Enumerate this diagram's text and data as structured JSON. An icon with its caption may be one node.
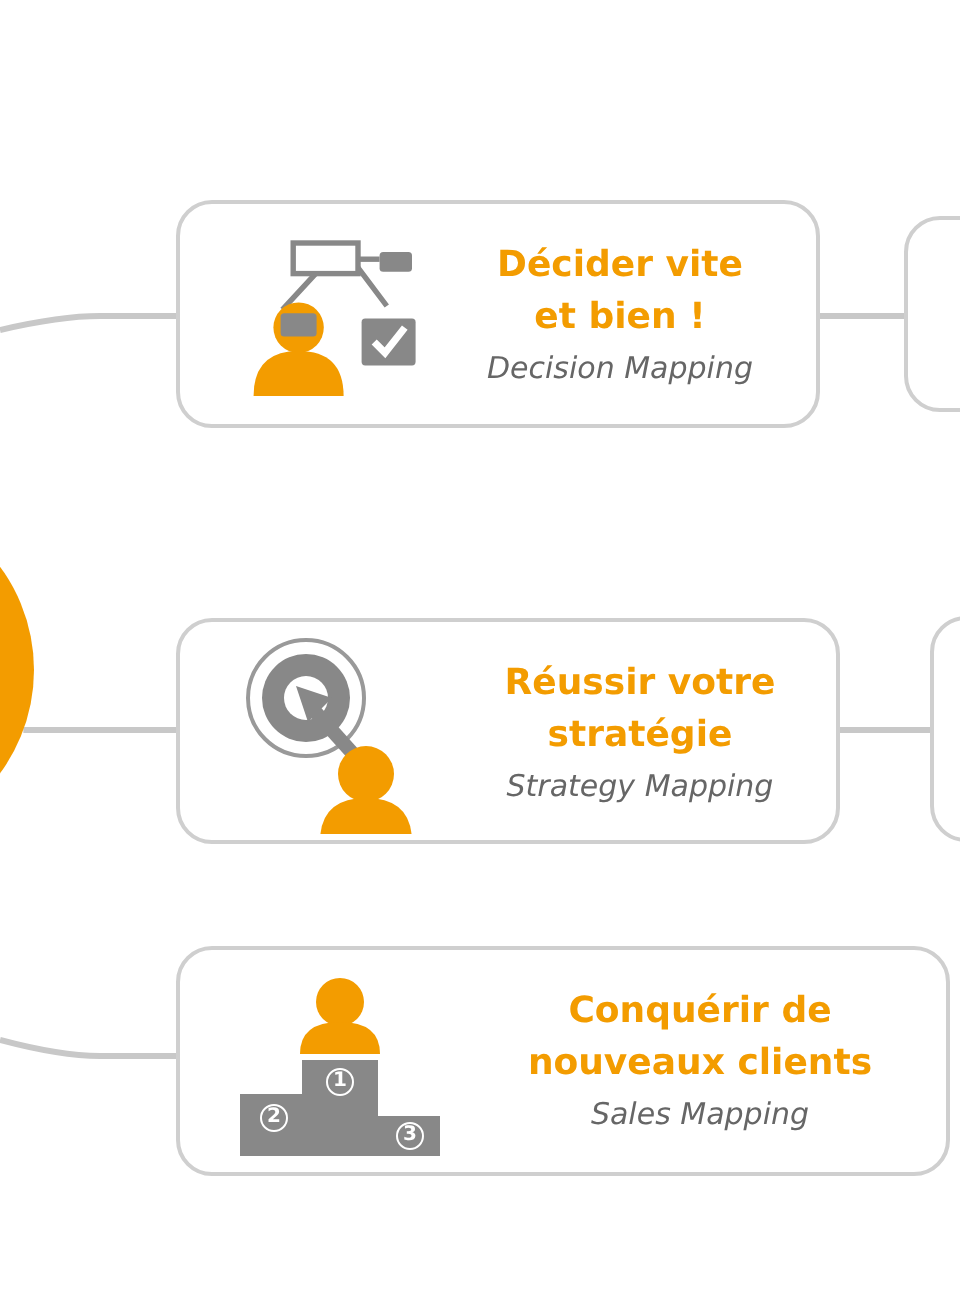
{
  "diagram": {
    "nodes": [
      {
        "text": [],
        "shape": "circle"
      },
      {
        "text": [
          "Décider vite et bien !",
          "Decision Mapping"
        ]
      },
      {
        "text": [
          "Réussir votre stratégie",
          "Strategy Mapping"
        ]
      },
      {
        "text": [
          "Conquérir de nouveaux clients",
          "Sales Mapping"
        ]
      },
      {
        "text": [],
        "shape": "box"
      },
      {
        "text": [],
        "shape": "box"
      }
    ],
    "edges": [
      {
        "from": null,
        "to": 1,
        "arrow": "none"
      },
      {
        "from": 0,
        "to": 2,
        "arrow": "none"
      },
      {
        "from": null,
        "to": 3,
        "arrow": "none"
      },
      {
        "from": 1,
        "to": 4,
        "arrow": "none"
      },
      {
        "from": 2,
        "to": 5,
        "arrow": "none"
      }
    ],
    "labels": [
      "1",
      "2",
      "3"
    ]
  }
}
